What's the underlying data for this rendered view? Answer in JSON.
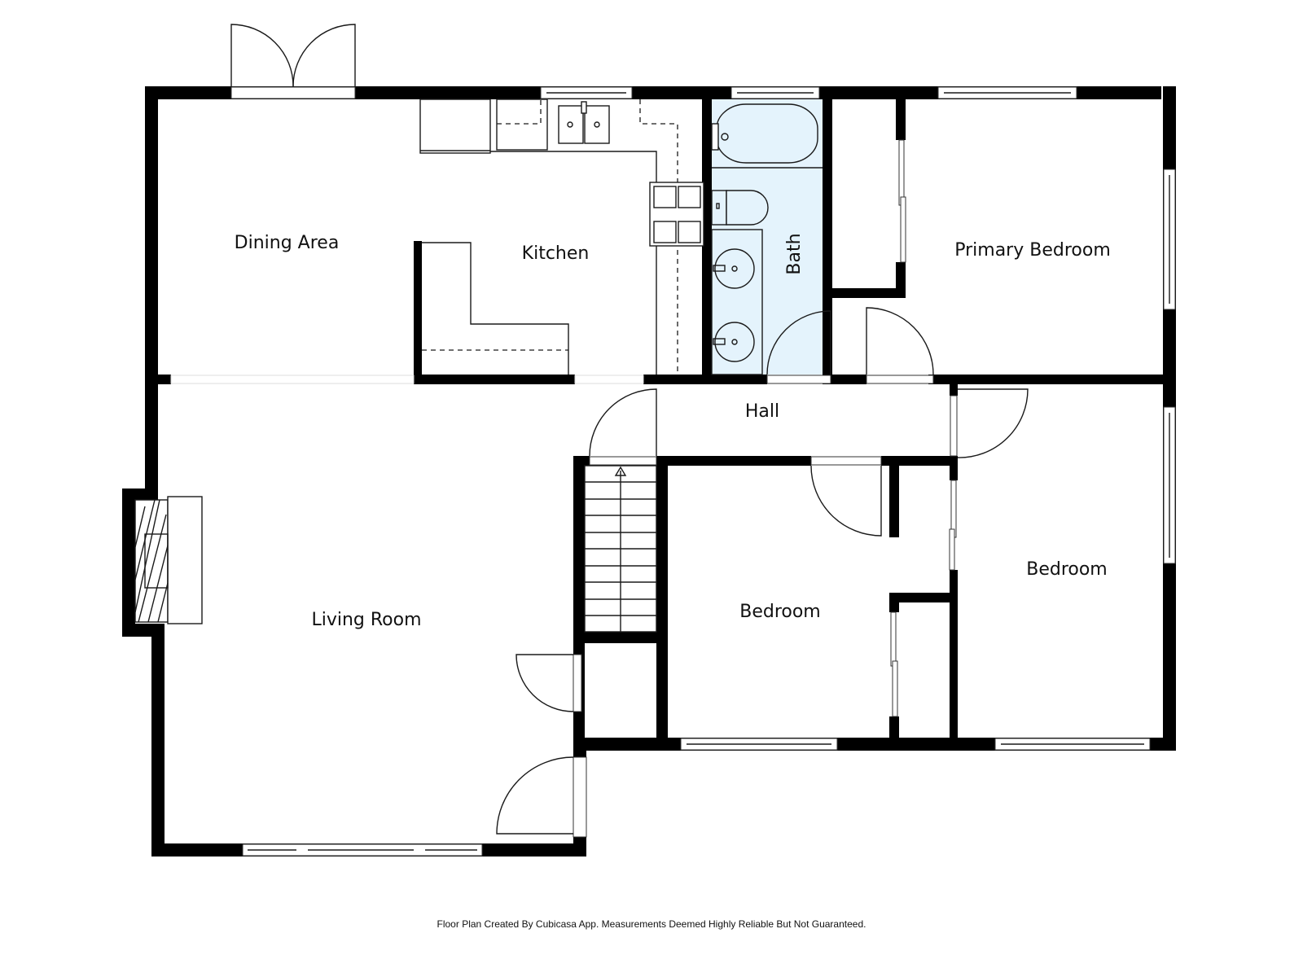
{
  "plan": {
    "colors": {
      "wall": "#000000",
      "bath_fill": "#e4f3fc",
      "background": "#ffffff"
    },
    "rooms": [
      {
        "id": "dining-area",
        "label": "Dining Area"
      },
      {
        "id": "kitchen",
        "label": "Kitchen"
      },
      {
        "id": "bath",
        "label": "Bath"
      },
      {
        "id": "primary-bedroom",
        "label": "Primary Bedroom"
      },
      {
        "id": "hall",
        "label": "Hall"
      },
      {
        "id": "living-room",
        "label": "Living Room"
      },
      {
        "id": "bedroom-2",
        "label": "Bedroom"
      },
      {
        "id": "bedroom-3",
        "label": "Bedroom"
      }
    ],
    "features": {
      "stairs": "stairs-up",
      "fireplace": "fireplace",
      "french_doors": "double-door"
    }
  },
  "footer": {
    "text": "Floor Plan Created By Cubicasa App. Measurements Deemed Highly Reliable But Not Guaranteed."
  }
}
